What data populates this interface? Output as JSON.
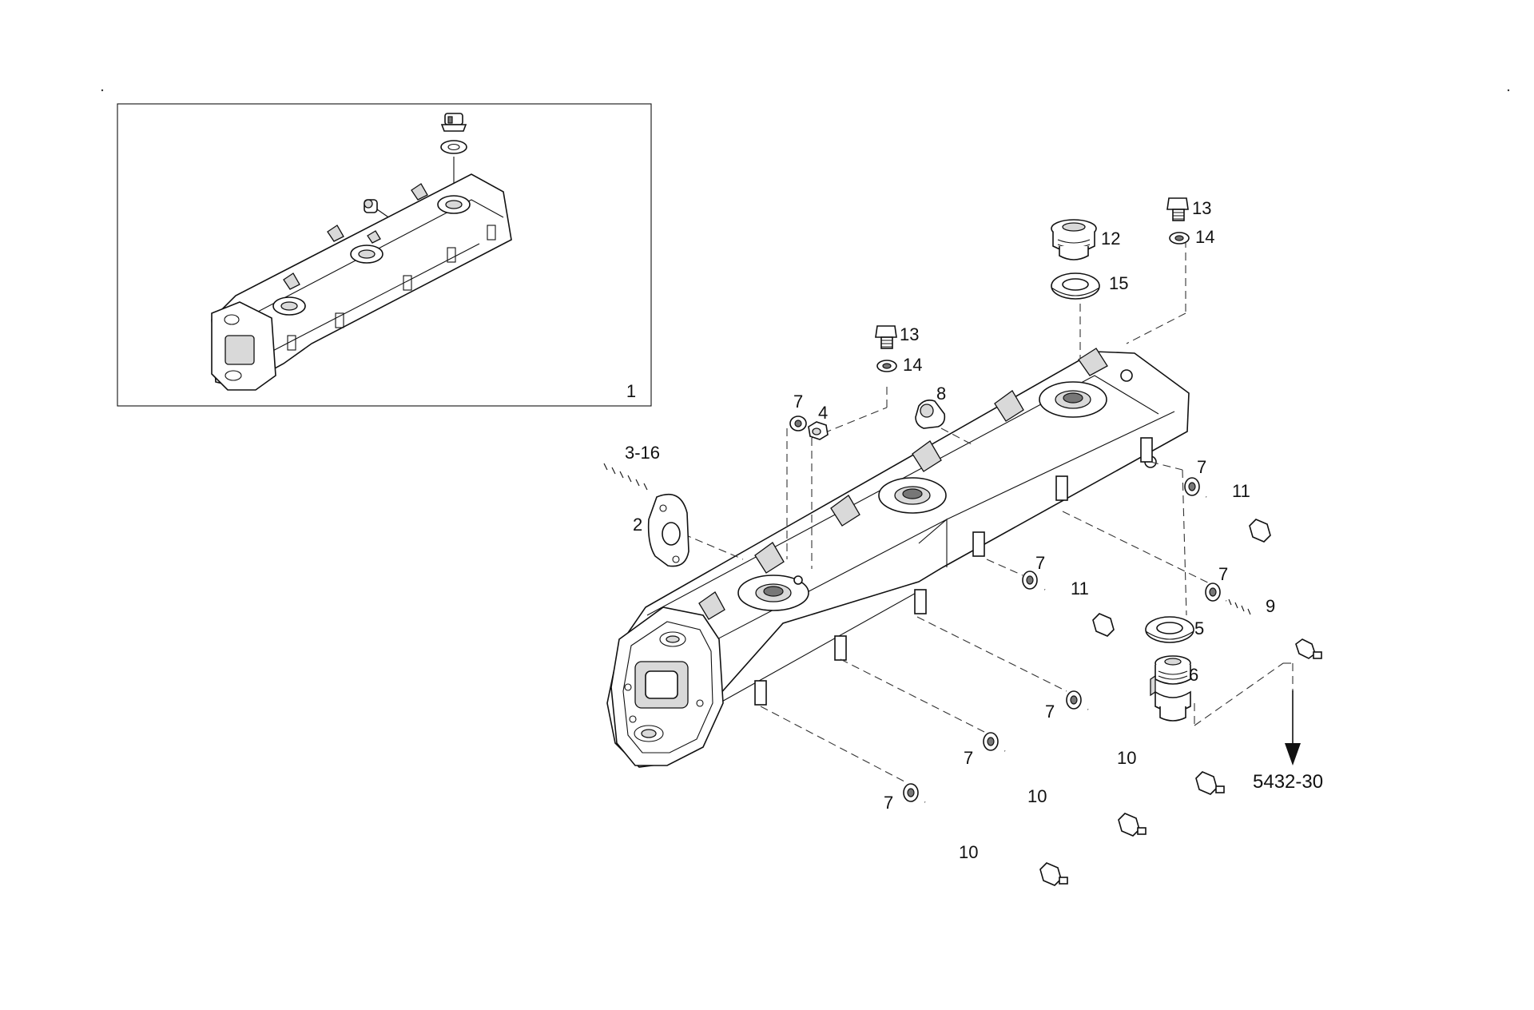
{
  "inset": {
    "label": "1"
  },
  "labels": {
    "l3_16": "3-16",
    "l2": "2",
    "l4": "4",
    "l7_top": "7",
    "l8": "8",
    "l13_mid": "13",
    "l14_mid": "14",
    "l12": "12",
    "l15": "15",
    "l13_right": "13",
    "l14_right": "14",
    "l7_r1": "7",
    "l11_r1": "11",
    "l7_r2": "7",
    "l9": "9",
    "l7_mid": "7",
    "l11_mid": "11",
    "l5": "5",
    "l6": "6",
    "l7_b1": "7",
    "l10_b1": "10",
    "l7_b2": "7",
    "l10_b2": "10",
    "l7_b3": "7",
    "l10_b3": "10"
  },
  "reference": {
    "page_ref": "5432-30"
  }
}
